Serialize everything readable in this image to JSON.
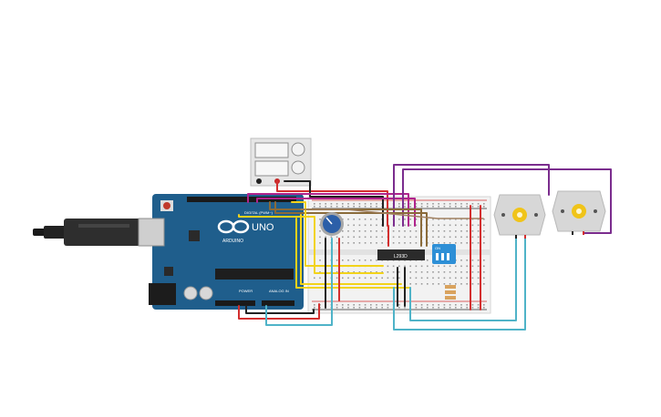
{
  "arduino": {
    "brand": "ARDUINO",
    "model": "UNO",
    "digital_label": "DIGITAL (PWM~)",
    "power_label": "POWER",
    "analog_label": "ANALOG IN",
    "board_color": "#1f5e8c",
    "accent_color": "#ffffff"
  },
  "chip": {
    "label": "L293D",
    "color": "#2b2b2b"
  },
  "dip_switch": {
    "label": "ON",
    "color": "#2d8fd6"
  },
  "power_supply": {
    "color": "#e6e6e6"
  },
  "potentiometer": {
    "knob_color": "#2c5fa8"
  },
  "motors": {
    "body_color": "#d7d7d7",
    "shaft_color": "#f0c419"
  },
  "wire_colors": {
    "red": "#d32f2f",
    "black": "#222222",
    "yellow": "#f2d31a",
    "purple": "#7b2d8e",
    "magenta": "#b0238c",
    "teal": "#4fb3c8",
    "brown": "#8a6b3a",
    "gray": "#777777"
  },
  "icons": {
    "usb": "usb-cable-icon",
    "arduino_logo": "arduino-infinity-logo-icon"
  }
}
